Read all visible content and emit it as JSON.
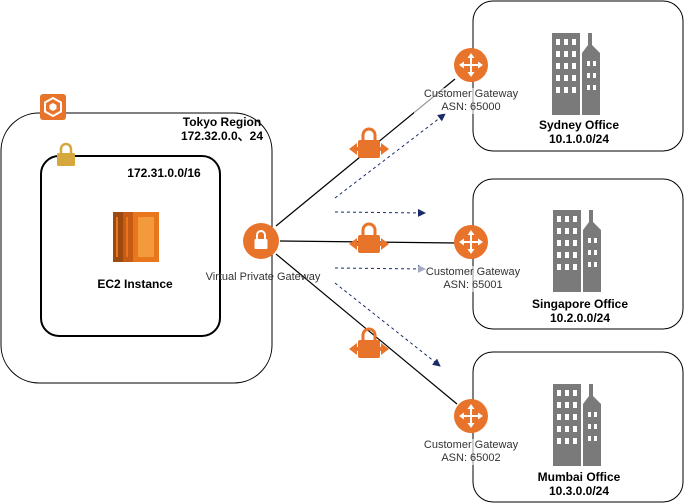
{
  "region": {
    "title": "Tokyo Region",
    "cidr": "172.32.0.0、24",
    "region_icon": "aws-region-icon"
  },
  "vpc": {
    "cidr": "172.31.0.0/16",
    "lock_icon": "padlock-icon"
  },
  "ec2": {
    "label": "EC2 Instance",
    "icon": "ec2-instance-icon"
  },
  "vgw": {
    "label": "Virtual Private Gateway",
    "icon": "vpn-gateway-icon"
  },
  "offices": [
    {
      "name": "Sydney Office",
      "cidr": "10.1.0.0/24",
      "gateway_label": "Customer Gateway",
      "asn": "ASN: 65000"
    },
    {
      "name": "Singapore Office",
      "cidr": "10.2.0.0/24",
      "gateway_label": "Customer Gateway",
      "asn": "ASN: 65001"
    },
    {
      "name": "Mumbai Office",
      "cidr": "10.3.0.0/24",
      "gateway_label": "Customer Gateway",
      "asn": "ASN: 65002"
    }
  ],
  "colors": {
    "aws_orange": "#E8732A",
    "ec2_orange": "#E8761C",
    "lock_gold": "#D6A73C",
    "building_gray": "#7A7A7A",
    "dashed_navy": "#1A2B6B"
  },
  "icons": {
    "vpn_connection": "vpn-connection-icon",
    "customer_gateway": "customer-gateway-icon",
    "office_building": "office-building-icon"
  }
}
